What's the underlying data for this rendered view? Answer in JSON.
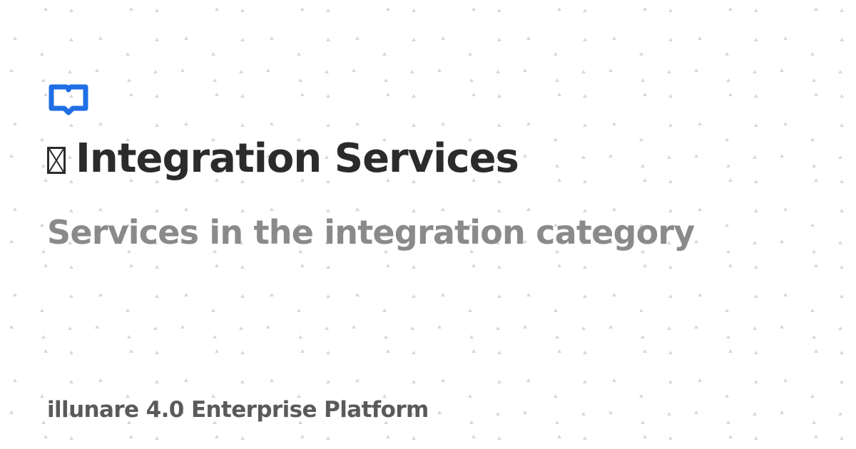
{
  "header": {
    "logo_icon": "book-icon",
    "title_icon": "missing-glyph-icon",
    "title": "Integration Services",
    "subtitle": "Services in the integration category"
  },
  "footer": {
    "platform": "illunare 4.0 Enterprise Platform"
  },
  "colors": {
    "accent": "#1f6fe5",
    "title": "#2b2b2b",
    "subtitle": "#8a8a8a",
    "footer": "#5a5a5a",
    "pattern": "#d8d8d8"
  }
}
